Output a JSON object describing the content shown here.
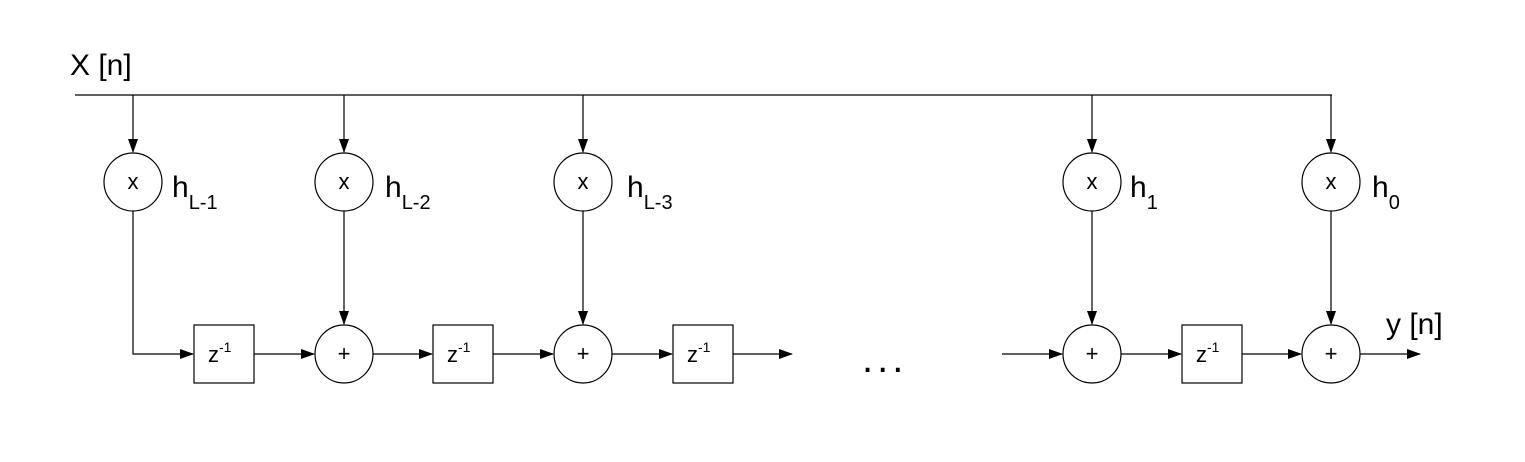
{
  "diagram": {
    "input_label": "X [n]",
    "output_label": "y [n]",
    "multiply_symbol": "x",
    "add_symbol": "+",
    "ellipsis": "...",
    "delay": {
      "base": "z",
      "exponent": "-1"
    },
    "coefficients": [
      {
        "base": "h",
        "subscript": "L-1"
      },
      {
        "base": "h",
        "subscript": "L-2"
      },
      {
        "base": "h",
        "subscript": "L-3"
      },
      {
        "base": "h",
        "subscript": "1"
      },
      {
        "base": "h",
        "subscript": "0"
      }
    ]
  }
}
